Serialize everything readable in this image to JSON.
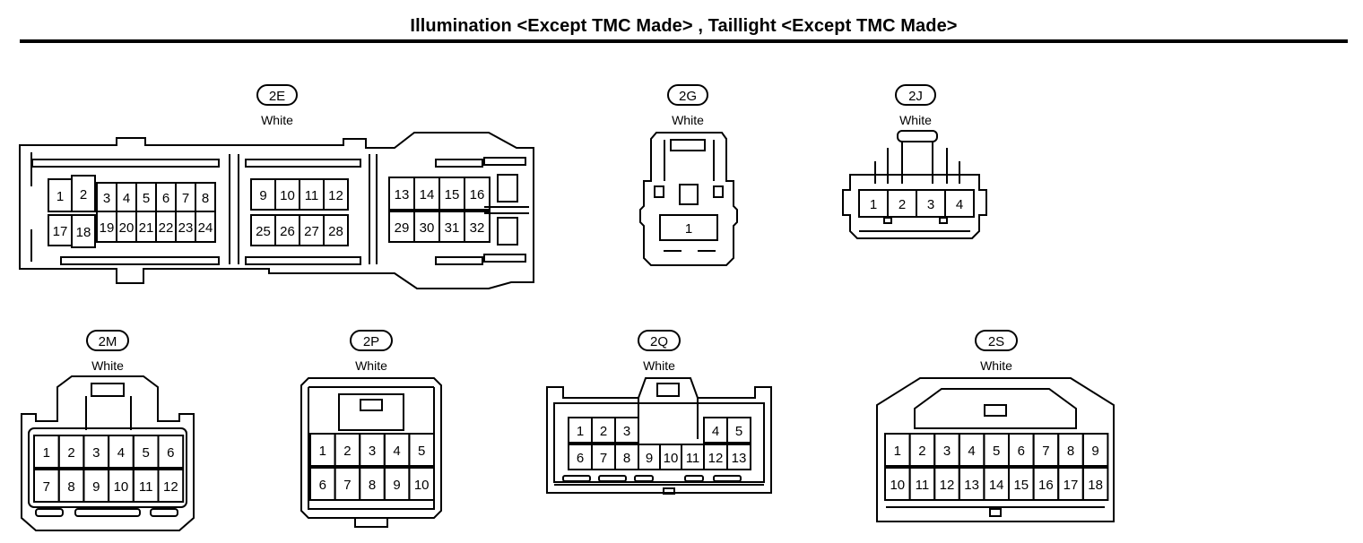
{
  "title": "Illumination <Except TMC Made> , Taillight <Except TMC Made>",
  "connectors": [
    {
      "id": "2E",
      "color": "White",
      "pins": [
        "1",
        "2",
        "3",
        "4",
        "5",
        "6",
        "7",
        "8",
        "9",
        "10",
        "11",
        "12",
        "13",
        "14",
        "15",
        "16",
        "17",
        "18",
        "19",
        "20",
        "21",
        "22",
        "23",
        "24",
        "25",
        "26",
        "27",
        "28",
        "29",
        "30",
        "31",
        "32"
      ]
    },
    {
      "id": "2G",
      "color": "White",
      "pins": [
        "1"
      ]
    },
    {
      "id": "2J",
      "color": "White",
      "pins": [
        "1",
        "2",
        "3",
        "4"
      ]
    },
    {
      "id": "2M",
      "color": "White",
      "pins": [
        "1",
        "2",
        "3",
        "4",
        "5",
        "6",
        "7",
        "8",
        "9",
        "10",
        "11",
        "12"
      ]
    },
    {
      "id": "2P",
      "color": "White",
      "pins": [
        "1",
        "2",
        "3",
        "4",
        "5",
        "6",
        "7",
        "8",
        "9",
        "10"
      ]
    },
    {
      "id": "2Q",
      "color": "White",
      "pins": [
        "1",
        "2",
        "3",
        "4",
        "5",
        "6",
        "7",
        "8",
        "9",
        "10",
        "11",
        "12",
        "13"
      ]
    },
    {
      "id": "2S",
      "color": "White",
      "pins": [
        "1",
        "2",
        "3",
        "4",
        "5",
        "6",
        "7",
        "8",
        "9",
        "10",
        "11",
        "12",
        "13",
        "14",
        "15",
        "16",
        "17",
        "18"
      ]
    }
  ]
}
